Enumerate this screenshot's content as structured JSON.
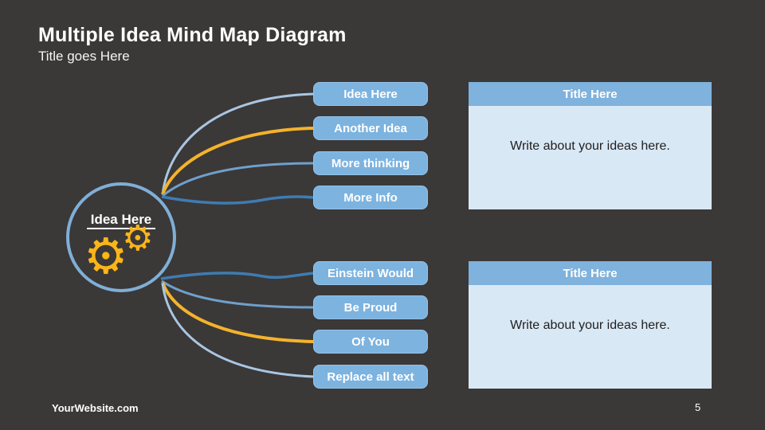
{
  "slide": {
    "title": "Multiple Idea Mind Map Diagram",
    "subtitle": "Title goes Here",
    "footer": "YourWebsite.com",
    "page_number": "5"
  },
  "mindmap": {
    "center_label": "Idea Here",
    "top_branches": [
      "Idea Here",
      "Another Idea",
      "More thinking",
      "More Info"
    ],
    "bottom_branches": [
      "Einstein Would",
      "Be Proud",
      "Of You",
      "Replace all text"
    ]
  },
  "panels": [
    {
      "title": "Title Here",
      "body": "Write about your ideas here."
    },
    {
      "title": "Title Here",
      "body": "Write about your ideas here."
    }
  ],
  "icons": {
    "gear": "⚙"
  },
  "colors": {
    "background": "#3B3838",
    "branch_fill": "#7DB3DF",
    "panel_header": "#7FB2DC",
    "panel_body": "#D9E8F5",
    "circle_stroke": "#7FAFD6",
    "gear_amber": "#FBB517",
    "curve_pale_blue": "#A9C6E2",
    "curve_amber": "#F4B32B",
    "curve_medium_blue": "#6FA0CB",
    "curve_dark_blue": "#3E7CB1",
    "text_white": "#FFFFFF",
    "panel_text": "#1F1F1F"
  }
}
